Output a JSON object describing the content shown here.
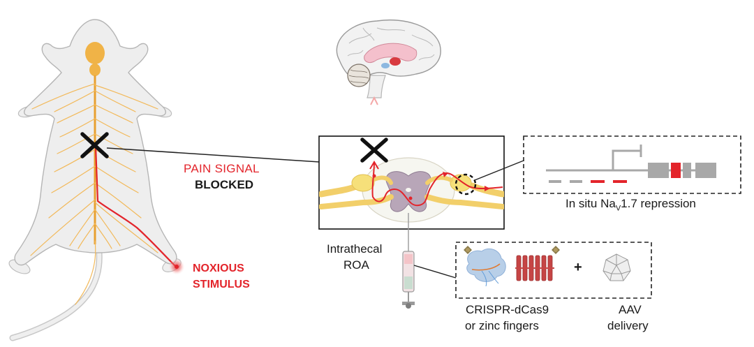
{
  "labels": {
    "pain_signal": "PAIN SIGNAL",
    "blocked": "BLOCKED",
    "noxious_line1": "NOXIOUS",
    "noxious_line2": "STIMULUS",
    "repression_prefix": "In situ Na",
    "repression_sub": "V",
    "repression_suffix": "1.7 repression",
    "intrathecal_line1": "Intrathecal",
    "intrathecal_line2": "ROA",
    "crispr_line1": "CRISPR-dCas9",
    "crispr_line2": "or zinc fingers",
    "plus": "+",
    "aav_line1": "AAV",
    "aav_line2": "delivery"
  },
  "colors": {
    "signal_red": "#e3242b",
    "nerve_yellow": "#f0c060",
    "nerve_orange": "#e8a030",
    "body_grey": "#eeeeee",
    "outline_grey": "#b5b5b5",
    "gene_grey": "#a8a8a8",
    "zinc_red": "#c64545",
    "dcas9_blue": "#b8cfe8"
  },
  "icons": [
    "rat-nervous-system",
    "brain",
    "spinal-cord-section",
    "block-x-icon",
    "gene-construct",
    "syringe",
    "dcas9-protein",
    "zinc-finger-array",
    "aav-capsid"
  ]
}
